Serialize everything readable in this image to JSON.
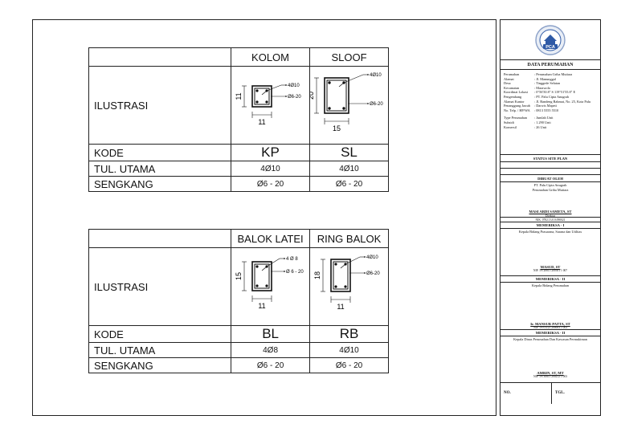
{
  "table1": {
    "col1": "KOLOM",
    "col2": "SLOOF",
    "row_illustration": "ILUSTRASI",
    "row_code": "KODE",
    "row_main": "TUL. UTAMA",
    "row_stirrup": "SENGKANG",
    "col1_code": "KP",
    "col2_code": "SL",
    "col1_main": "4Ø10",
    "col2_main": "4Ø10",
    "col1_stirrup": "Ø6 - 20",
    "col2_stirrup": "Ø6 - 20",
    "col1_fig": {
      "main_label": "4Ø10",
      "stirrup_label": "Ø6-20",
      "width": "11",
      "height": "11"
    },
    "col2_fig": {
      "main_label": "4Ø10",
      "stirrup_label": "Ø6-20",
      "width": "15",
      "height": "20"
    }
  },
  "table2": {
    "col1": "BALOK LATEI",
    "col2": "RING  BALOK",
    "row_illustration": "ILUSTRASI",
    "row_code": "KODE",
    "row_main": "TUL. UTAMA",
    "row_stirrup": "SENGKANG",
    "col1_code": "BL",
    "col2_code": "RB",
    "col1_main": "4Ø8",
    "col2_main": "4Ø10",
    "col1_stirrup": "Ø6 - 20",
    "col2_stirrup": "Ø6 - 20",
    "col1_fig": {
      "main_label": "4 Ø 8",
      "stirrup_label": "Ø 6 - 20",
      "width": "11",
      "height": "15"
    },
    "col2_fig": {
      "main_label": "4Ø10",
      "stirrup_label": "Ø6-20",
      "width": "11",
      "height": "18"
    }
  },
  "title_block": {
    "logo_text": "PCA",
    "heading": "DATA PERUMAHAN",
    "info": [
      {
        "k": "Perumahan",
        "v": ": Perumahan Griba Mutiara"
      },
      {
        "k": "Alamat",
        "v": ": Jl. Manunggal"
      },
      {
        "k": "Desa",
        "v": ": Tinggede Selatan"
      },
      {
        "k": "Kecamatan",
        "v": ": Marawola"
      },
      {
        "k": "Koordinat Lokasi",
        "v": ": 0°56'50.8\" S 119°51'55.8\" E"
      },
      {
        "k": "Pengembang",
        "v": ": PT. Palu Cipta Anugrah"
      },
      {
        "k": "Alamat Kantor",
        "v": ": Jl. Bandeng Rahmat, No. 25, Kota Palu"
      },
      {
        "k": "Penanggung Jawab",
        "v": ": Darwis Mapeti"
      },
      {
        "k": "No. Telp. / HP/WA",
        "v": ": 0813 5555 5510"
      },
      {
        "k": "Type Perumahan",
        "v": ": Jumlah Unit"
      },
      {
        "k": "Subsidi",
        "v": ": 1.290      Unit"
      },
      {
        "k": "Komersil",
        "v": ": 26         Unit"
      }
    ],
    "status_heading": "STATUS SITE PLAN",
    "made_by_heading": "DIBUAT OLEH",
    "made_by_company": "PT. Palu Cipta Anugrah",
    "made_by_project": "Perumahan Griba Mutiara",
    "signer1_name": "MASI ARDI SAMETA, ST",
    "signer1_role": "Direktur",
    "signer1_no": "NIK. 0782.13.0.0.090021",
    "check1_heading": "MEMERIKSA - I",
    "check1_office": "Kepala Bidang Prasarana, Sarana dan Utilitas",
    "signer2_name": "MASUD, ST",
    "signer2_no": "NIP. 19720815 200501 1 007",
    "check2_heading": "MEMERIKSA - II",
    "check2_office": "Kepala Bidang Perumahan",
    "signer3_name": "Ir. MANSUR PATTA, ST",
    "signer3_no": "NIP. 19701121 200003 1 003",
    "check3_heading": "MEMERIKSA - II",
    "check3_office": "Kepala Dinas Perumahan Dan Kawasan Permukiman",
    "signer4_name": "AMRIN, ST, MT",
    "signer4_no": "NIP. 19730611 200212 1 003",
    "footer_no": "NO.",
    "footer_date": "TGL."
  }
}
